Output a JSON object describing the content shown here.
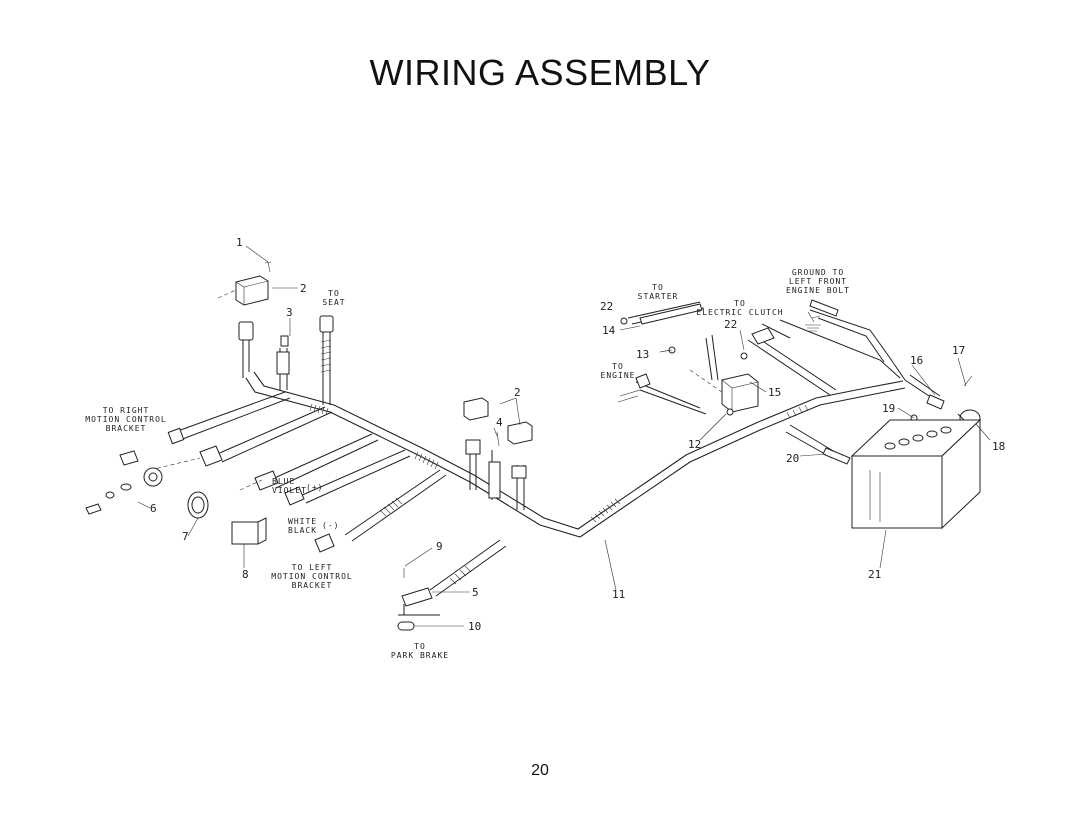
{
  "title": "WIRING ASSEMBLY",
  "page_number": "20",
  "callouts": {
    "c1": "1",
    "c2a": "2",
    "c2b": "2",
    "c3": "3",
    "c4": "4",
    "c5": "5",
    "c6": "6",
    "c7": "7",
    "c8": "8",
    "c9": "9",
    "c10": "10",
    "c11": "11",
    "c12": "12",
    "c13": "13",
    "c14": "14",
    "c15": "15",
    "c16": "16",
    "c17": "17",
    "c18": "18",
    "c19": "19",
    "c20": "20",
    "c21": "21",
    "c22a": "22",
    "c22b": "22"
  },
  "labels": {
    "to_seat": [
      "TO",
      "SEAT"
    ],
    "to_right_bracket": [
      "TO RIGHT",
      "MOTION CONTROL",
      "BRACKET"
    ],
    "to_left_bracket": [
      "TO LEFT",
      "MOTION CONTROL",
      "BRACKET"
    ],
    "blue_violet": [
      "BLUE",
      "VIOLET"
    ],
    "plus": "(+)",
    "white_black": [
      "WHITE",
      "BLACK"
    ],
    "minus": "(-)",
    "to_park_brake": [
      "TO",
      "PARK BRAKE"
    ],
    "to_starter": [
      "TO",
      "STARTER"
    ],
    "to_electric_clutch": [
      "TO",
      "ELECTRIC CLUTCH"
    ],
    "to_engine": [
      "TO",
      "ENGINE"
    ],
    "ground": [
      "GROUND TO",
      "LEFT FRONT",
      "ENGINE BOLT"
    ]
  }
}
